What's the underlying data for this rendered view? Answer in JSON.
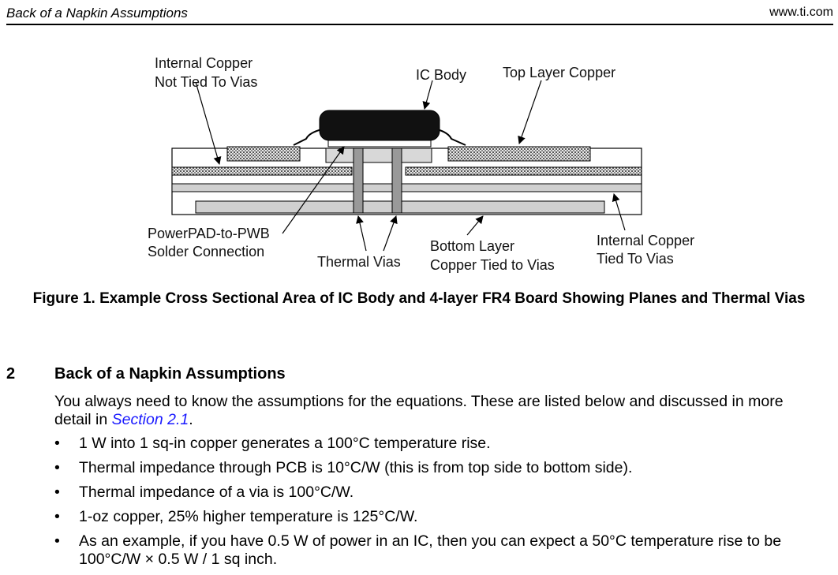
{
  "header": {
    "left": "Back of a Napkin Assumptions",
    "right": "www.ti.com"
  },
  "figure": {
    "labels": {
      "internal_not_tied_1": "Internal Copper",
      "internal_not_tied_2": "Not Tied To Vias",
      "ic_body": "IC Body",
      "top_layer": "Top Layer Copper",
      "powerpad_1": "PowerPAD-to-PWB",
      "powerpad_2": "Solder Connection",
      "thermal_vias": "Thermal Vias",
      "bottom_layer_1": "Bottom Layer",
      "bottom_layer_2": "Copper Tied to Vias",
      "internal_tied_1": "Internal Copper",
      "internal_tied_2": "Tied To Vias"
    },
    "caption": "Figure 1. Example Cross Sectional Area of IC Body and 4-layer FR4 Board Showing Planes and Thermal Vias"
  },
  "section": {
    "number": "2",
    "title": "Back of a Napkin Assumptions",
    "intro_before": "You always need to know the assumptions for the equations. These are listed below and discussed in more detail in ",
    "intro_link": "Section 2.1",
    "intro_after": ".",
    "bullet_char": "•",
    "bullets": [
      "1 W into 1 sq-in copper generates a 100°C temperature rise.",
      "Thermal impedance through PCB is 10°C/W (this is from top side to bottom side).",
      "Thermal impedance of a via is 100°C/W.",
      "1-oz copper, 25% higher temperature is 125°C/W.",
      "As an example, if you have 0.5 W of power in an IC, then you can expect a 50°C temperature rise to be 100°C/W × 0.5 W / 1 sq inch."
    ]
  },
  "colors": {
    "link": "#1a1aff",
    "board_fill": "#ffffff",
    "copper_gray": "#cfcfcf",
    "ic_body": "#111111"
  }
}
